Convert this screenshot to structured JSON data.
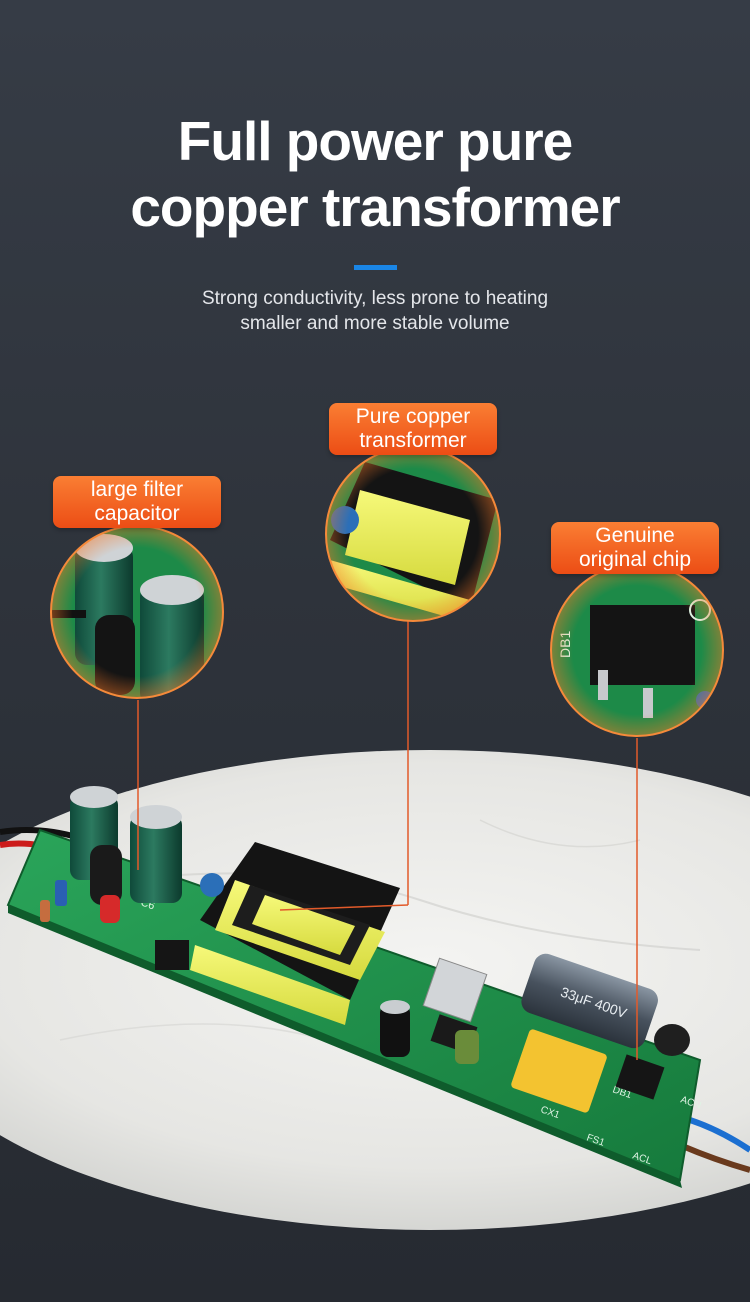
{
  "header": {
    "title_line1": "Full power pure",
    "title_line2": "copper transformer",
    "subtitle_line1": "Strong conductivity, less prone to heating",
    "subtitle_line2": "smaller and more stable volume"
  },
  "callouts": {
    "capacitor": {
      "line1": "large filter",
      "line2": "capacitor"
    },
    "transformer": {
      "line1": "Pure copper",
      "line2": "transformer"
    },
    "chip": {
      "line1": "Genuine",
      "line2": "original chip"
    }
  },
  "board": {
    "cap_label": "C6",
    "bridge_label": "DB1",
    "ac_label_1": "ACL",
    "ac_label_2": "ACN",
    "fuse_label": "FS1",
    "xcap_label": "CX1",
    "bulk_cap_text": "33μF 400V"
  },
  "colors": {
    "accent_blue": "#1a86e6",
    "tag_orange": "#f26a24",
    "pcb_green": "#1e8c4a",
    "transformer_yellow": "#e9ee56"
  }
}
